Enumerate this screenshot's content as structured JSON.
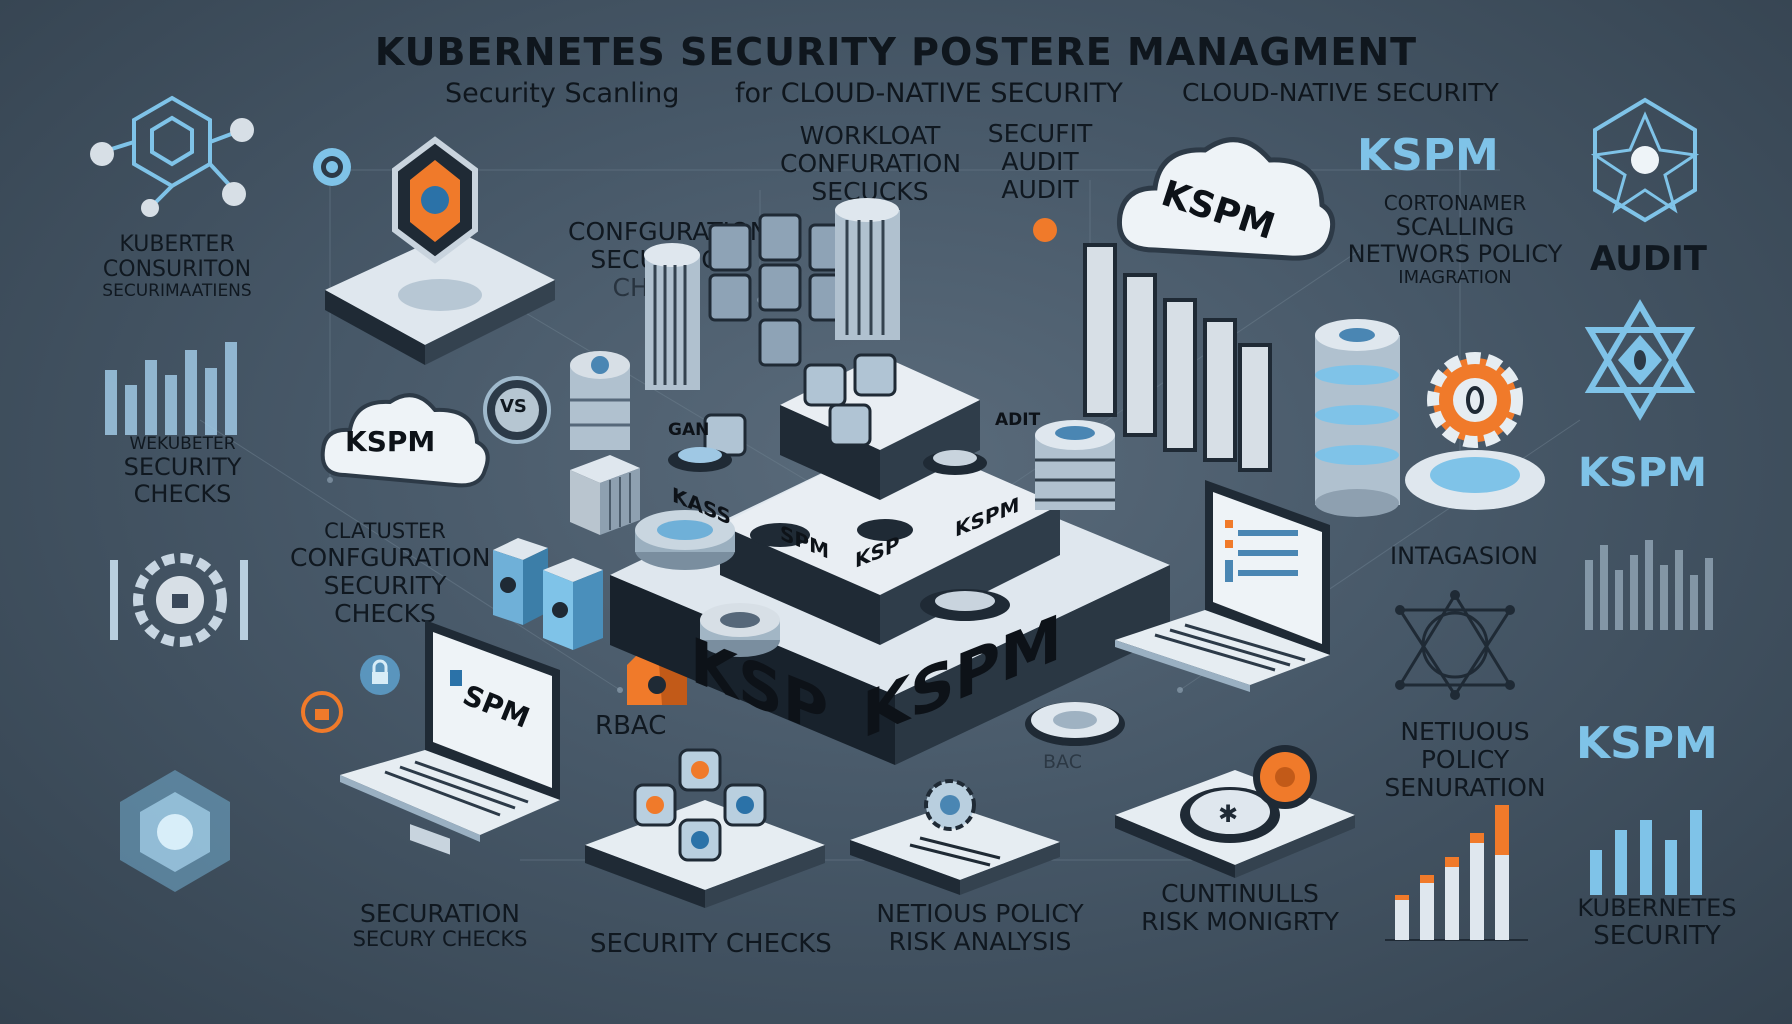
{
  "header": {
    "title": "KUBERNETES SECURITY POSTERE MANAGMENT",
    "sub_left": "Security Scanling",
    "sub_center": "for CLOUD-NATIVE SECURITY",
    "sub_right": "CLOUD-NATIVE SECURITY"
  },
  "labels": {
    "workload_conf": [
      "WORKLOAT",
      "CONFURATION",
      "SECUCKS"
    ],
    "secufit_audit": [
      "SECUFIT",
      "AUDIT",
      "AUDIT"
    ],
    "config_securing": [
      "CONFGURATION",
      "SECURING",
      "CHECK"
    ],
    "left_kube_conf": [
      "KUBERTER",
      "CONSURITON",
      "SECURIMAATIENS"
    ],
    "left_worker": [
      "WEKUBETER",
      "SECURITY",
      "CHECKS"
    ],
    "left_cluster": [
      "CLATUSTER",
      "CONFGURATION",
      "SECURITY",
      "CHECKS"
    ],
    "rbac": "RBAC",
    "rbac_faded": "BAC",
    "bottom_left": [
      "SECURATION",
      "SECURY CHECKS"
    ],
    "bottom_security_checks": "SECURITY CHECKS",
    "bottom_netious": [
      "NETIOUS POLICY",
      "RISK ANALYSIS"
    ],
    "bottom_continuous": [
      "CUNTINULLS",
      "RISK MONIGRTY"
    ],
    "right_kspm_top": "KSPM",
    "right_cont": [
      "CORTONAMER",
      "SCALLING",
      "NETWORS POLICY",
      "IMAGRATION"
    ],
    "right_audit": "AUDIT",
    "right_kspm_mid": "KSPM",
    "right_intagasion": "INTAGASION",
    "right_netious": [
      "NETIUOUS POLICY",
      "SENURATION"
    ],
    "right_kspm_low": "KSPM",
    "right_kube_sec": [
      "KUBERNETES",
      "SECURITY"
    ],
    "cloud_top": "KSPM",
    "cloud_left": "KSPM",
    "cube_text_1": "KASS",
    "cube_text_2": "SPM",
    "cube_text_3": "KSP",
    "cube_text_4": "KSPM",
    "cube_text_5": "GAN",
    "cube_text_6": "ADIT",
    "badge_vs": "VS",
    "laptop_screen": "SPM",
    "platform_big_1": "KSP",
    "platform_big_2": "KSPM"
  },
  "colors": {
    "accent_blue": "#7fc3e8",
    "accent_orange": "#f07a2a",
    "cube_light": "#dfe7ee",
    "cube_dark": "#1f2a35"
  },
  "icons": [
    "shield-icon",
    "cloud-icon",
    "server-icon",
    "gear-icon",
    "laptop-icon",
    "hexagon-icon",
    "lock-icon",
    "bar-chart-icon",
    "network-star-icon"
  ]
}
